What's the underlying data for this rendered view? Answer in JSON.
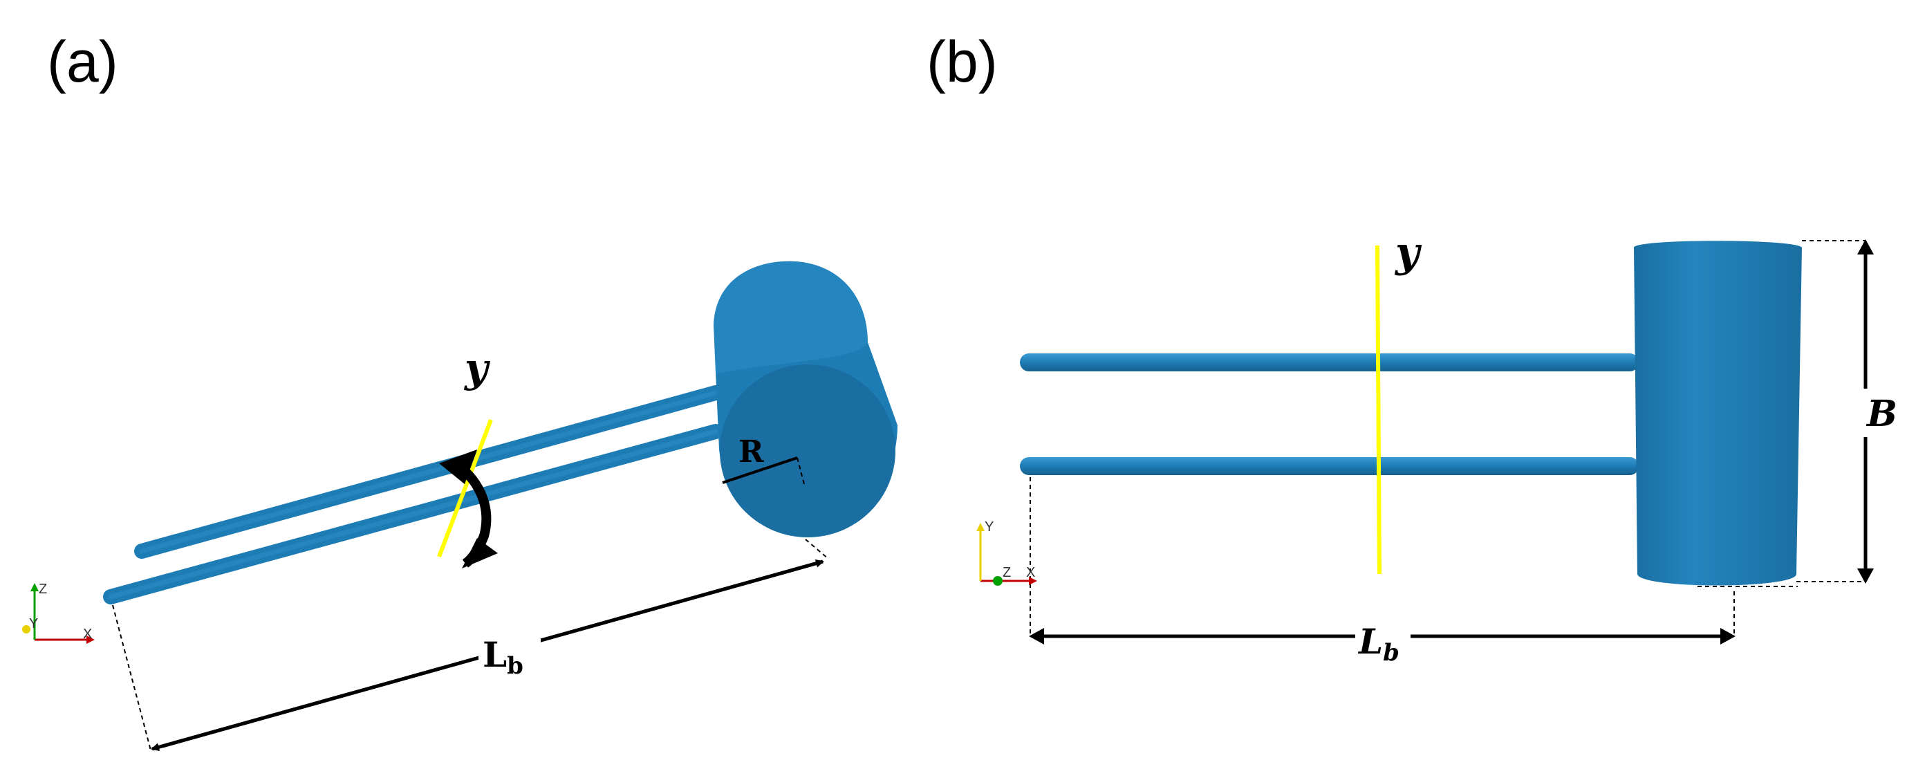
{
  "panels": {
    "a": {
      "label": "(a)",
      "section_label": "y",
      "length_label_main": "L",
      "length_label_sub": "b",
      "radius_label": "R",
      "triad": {
        "vertical": "Z",
        "horizontal": "X",
        "depth": "Y"
      }
    },
    "b": {
      "label": "(b)",
      "section_label": "y",
      "length_label_main": "L",
      "length_label_sub": "b",
      "height_label": "B",
      "triad": {
        "vertical": "Y",
        "horizontal": "X",
        "depth": "Z"
      }
    }
  },
  "colors": {
    "body": "#1e7cb4",
    "body_dark": "#16608f",
    "body_face": "#1a6ea2",
    "body_light": "#2b8cc6",
    "section_line": "#ffff00",
    "dimension": "#000000",
    "axis_x": "#c00000",
    "axis_y": "#00b000",
    "axis_z": "#00a000"
  }
}
